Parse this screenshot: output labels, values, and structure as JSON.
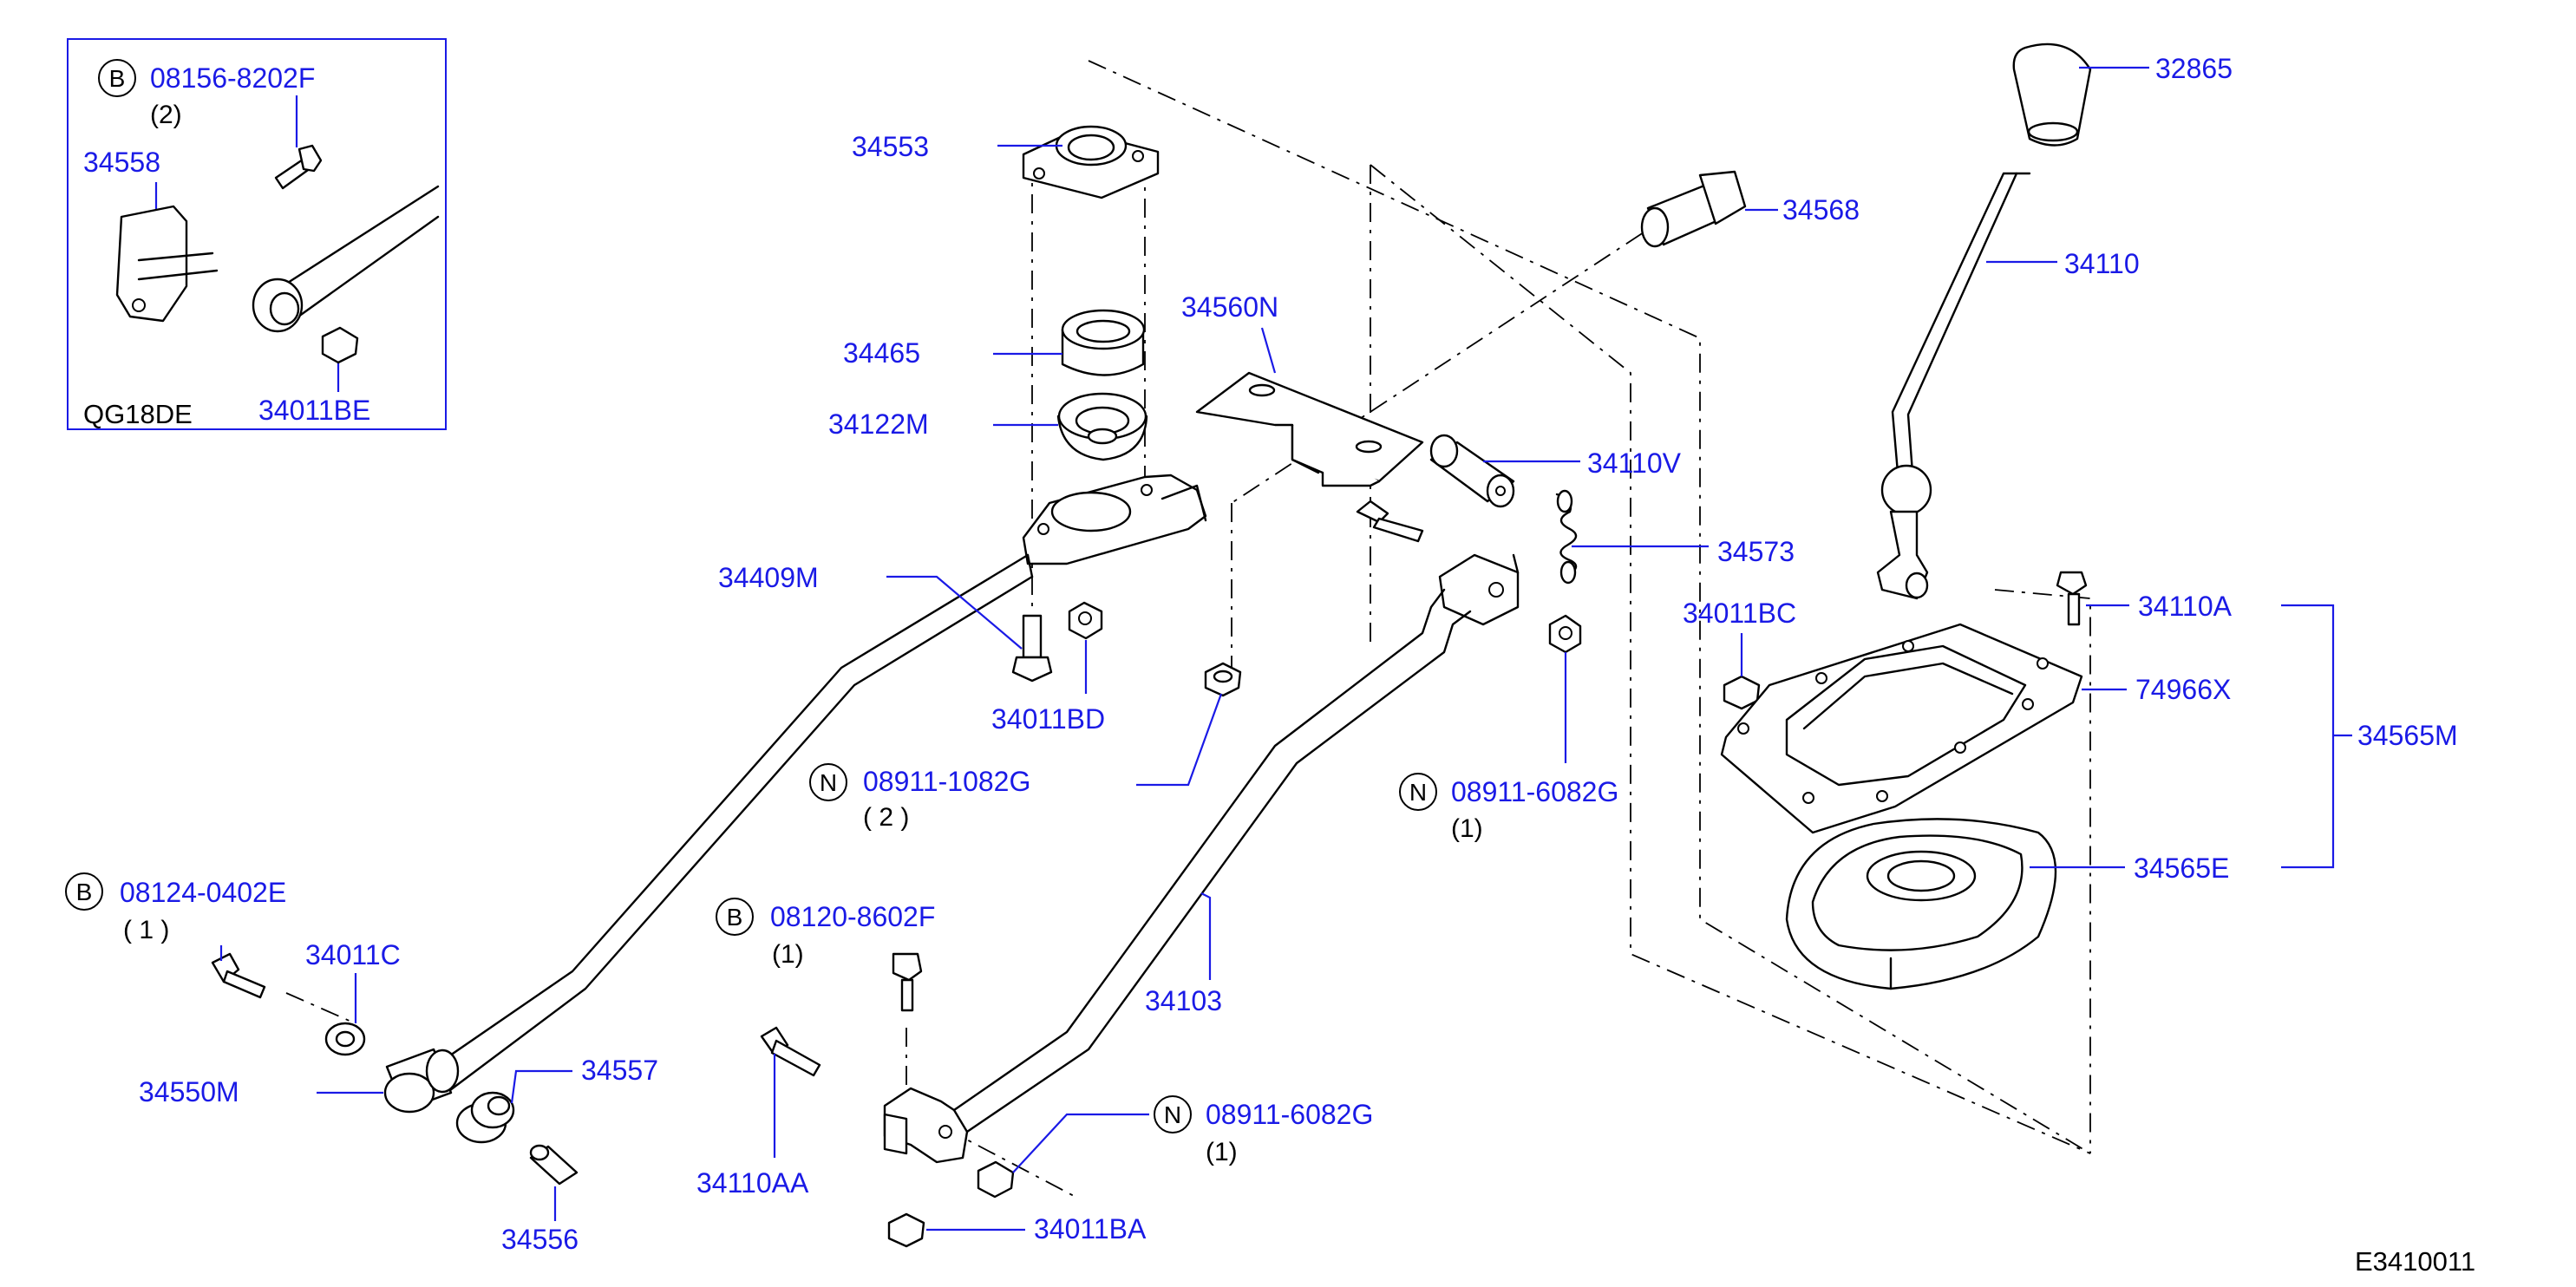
{
  "diagram_code": "E3410011",
  "inset": {
    "engine": "QG18DE",
    "labels": {
      "bolt": "08156-8202F",
      "bolt_qty": "(2)",
      "bolt_prefix": "B",
      "bracket": "34558",
      "nut": "34011BE"
    }
  },
  "parts": {
    "knob": "32865",
    "lever": "34110",
    "bushing_top": "34568",
    "bracket_top": "34560N",
    "pin": "34110V",
    "spring": "34573",
    "mount_top": "34553",
    "seat": "34465",
    "socket": "34122M",
    "bracket_main": "34409M",
    "nut_bd": "34011BD",
    "nut_bc": "34011BC",
    "bolt_a": "34110A",
    "plate": "74966X",
    "boot_assy": "34565M",
    "boot": "34565E",
    "rod_main": "34103",
    "bushing_end": "34550M",
    "washer": "34011C",
    "grommet": "34557",
    "collar": "34556",
    "bolt_aa": "34110AA",
    "nut_ba": "34011BA"
  },
  "hardware": {
    "n1": {
      "prefix": "N",
      "code": "08911-1082G",
      "qty": "( 2 )"
    },
    "n2": {
      "prefix": "N",
      "code": "08911-6082G",
      "qty": "(1)"
    },
    "n3": {
      "prefix": "N",
      "code": "08911-6082G",
      "qty": "(1)"
    },
    "b1": {
      "prefix": "B",
      "code": "08124-0402E",
      "qty": "( 1 )"
    },
    "b2": {
      "prefix": "B",
      "code": "08120-8602F",
      "qty": "(1)"
    }
  },
  "colors": {
    "label": "#1a1ae6",
    "line": "#000000",
    "background": "#ffffff"
  }
}
